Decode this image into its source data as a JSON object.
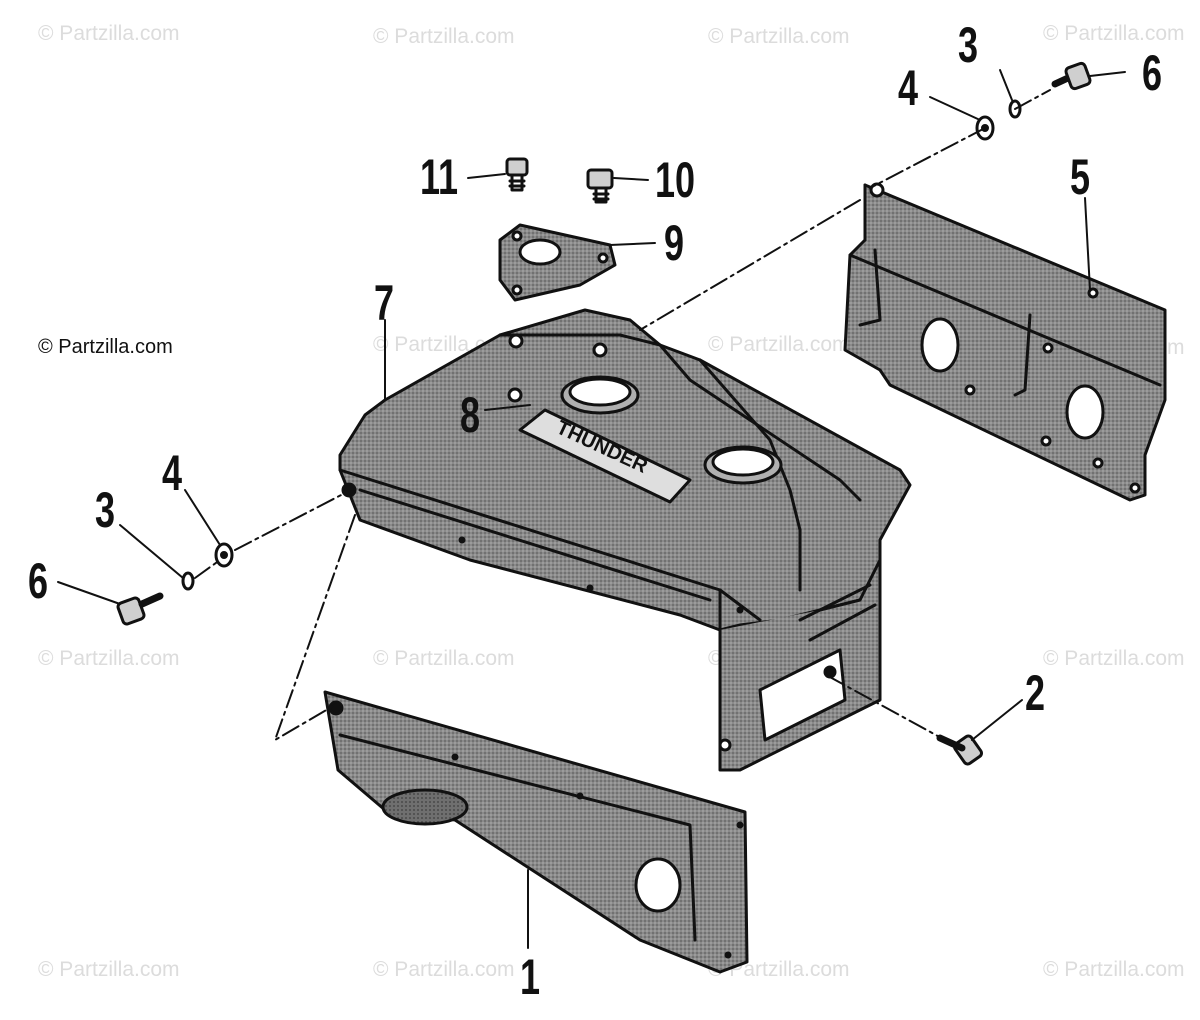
{
  "watermark": "© Partzilla.com",
  "copyright": "© Partzilla.com",
  "decal_text": "THUNDER",
  "callouts": {
    "part_1": "1",
    "part_2": "2",
    "part_3_right": "3",
    "part_3_left": "3",
    "part_4_right": "4",
    "part_4_left": "4",
    "part_5": "5",
    "part_6_right": "6",
    "part_6_left": "6",
    "part_7": "7",
    "part_8": "8",
    "part_9": "9",
    "part_10": "10",
    "part_11": "11"
  }
}
